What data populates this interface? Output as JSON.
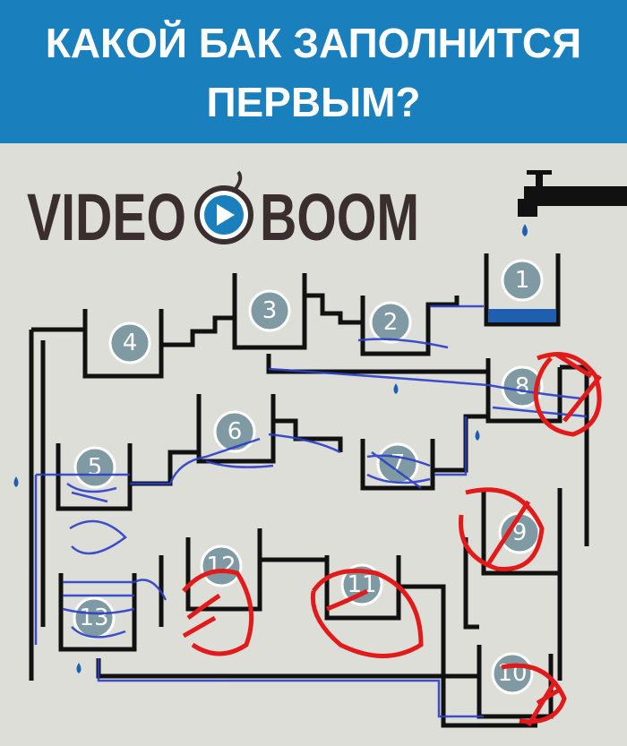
{
  "header": {
    "line1": "КАКОЙ БАК ЗАПОЛНИТСЯ",
    "line2": "ПЕРВЫМ?"
  },
  "logo": {
    "left": "VIDEO",
    "right": "BOOM"
  },
  "tanks": [
    {
      "label": "1"
    },
    {
      "label": "2"
    },
    {
      "label": "3"
    },
    {
      "label": "4"
    },
    {
      "label": "5"
    },
    {
      "label": "6"
    },
    {
      "label": "7"
    },
    {
      "label": "8"
    },
    {
      "label": "9"
    },
    {
      "label": "10"
    },
    {
      "label": "11"
    },
    {
      "label": "12"
    },
    {
      "label": "13"
    }
  ],
  "colors": {
    "banner": "#1a7fbd",
    "water": "#1f5fb0",
    "scribble_blue": "#2a3fc8",
    "scribble_red": "#e21a1a",
    "pipe": "#111111",
    "badge": "#7f9aa2"
  }
}
